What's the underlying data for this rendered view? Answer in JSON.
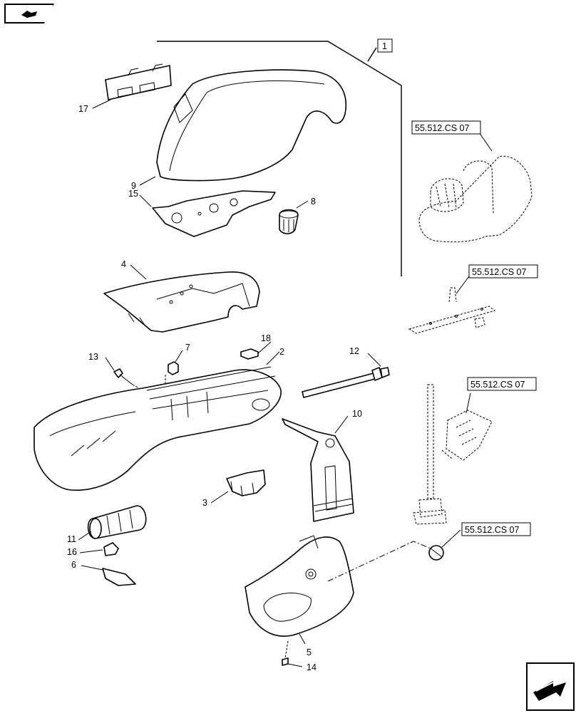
{
  "labels": {
    "p1": "1",
    "p2": "2",
    "p3": "3",
    "p4": "4",
    "p5": "5",
    "p6": "6",
    "p7": "7",
    "p8": "8",
    "p9": "9",
    "p10": "10",
    "p11": "11",
    "p12": "12",
    "p13": "13",
    "p14": "14",
    "p15": "15",
    "p16": "16",
    "p17": "17",
    "p18": "18"
  },
  "refs": {
    "r1": "55.512.CS 07",
    "r2": "55.512.CS 07",
    "r3": "55.512.CS 07",
    "r4": "55.512.CS 07"
  },
  "nav": {
    "top_icon": "book-hand-icon",
    "bottom_icon": "next-page-arrow-icon"
  }
}
